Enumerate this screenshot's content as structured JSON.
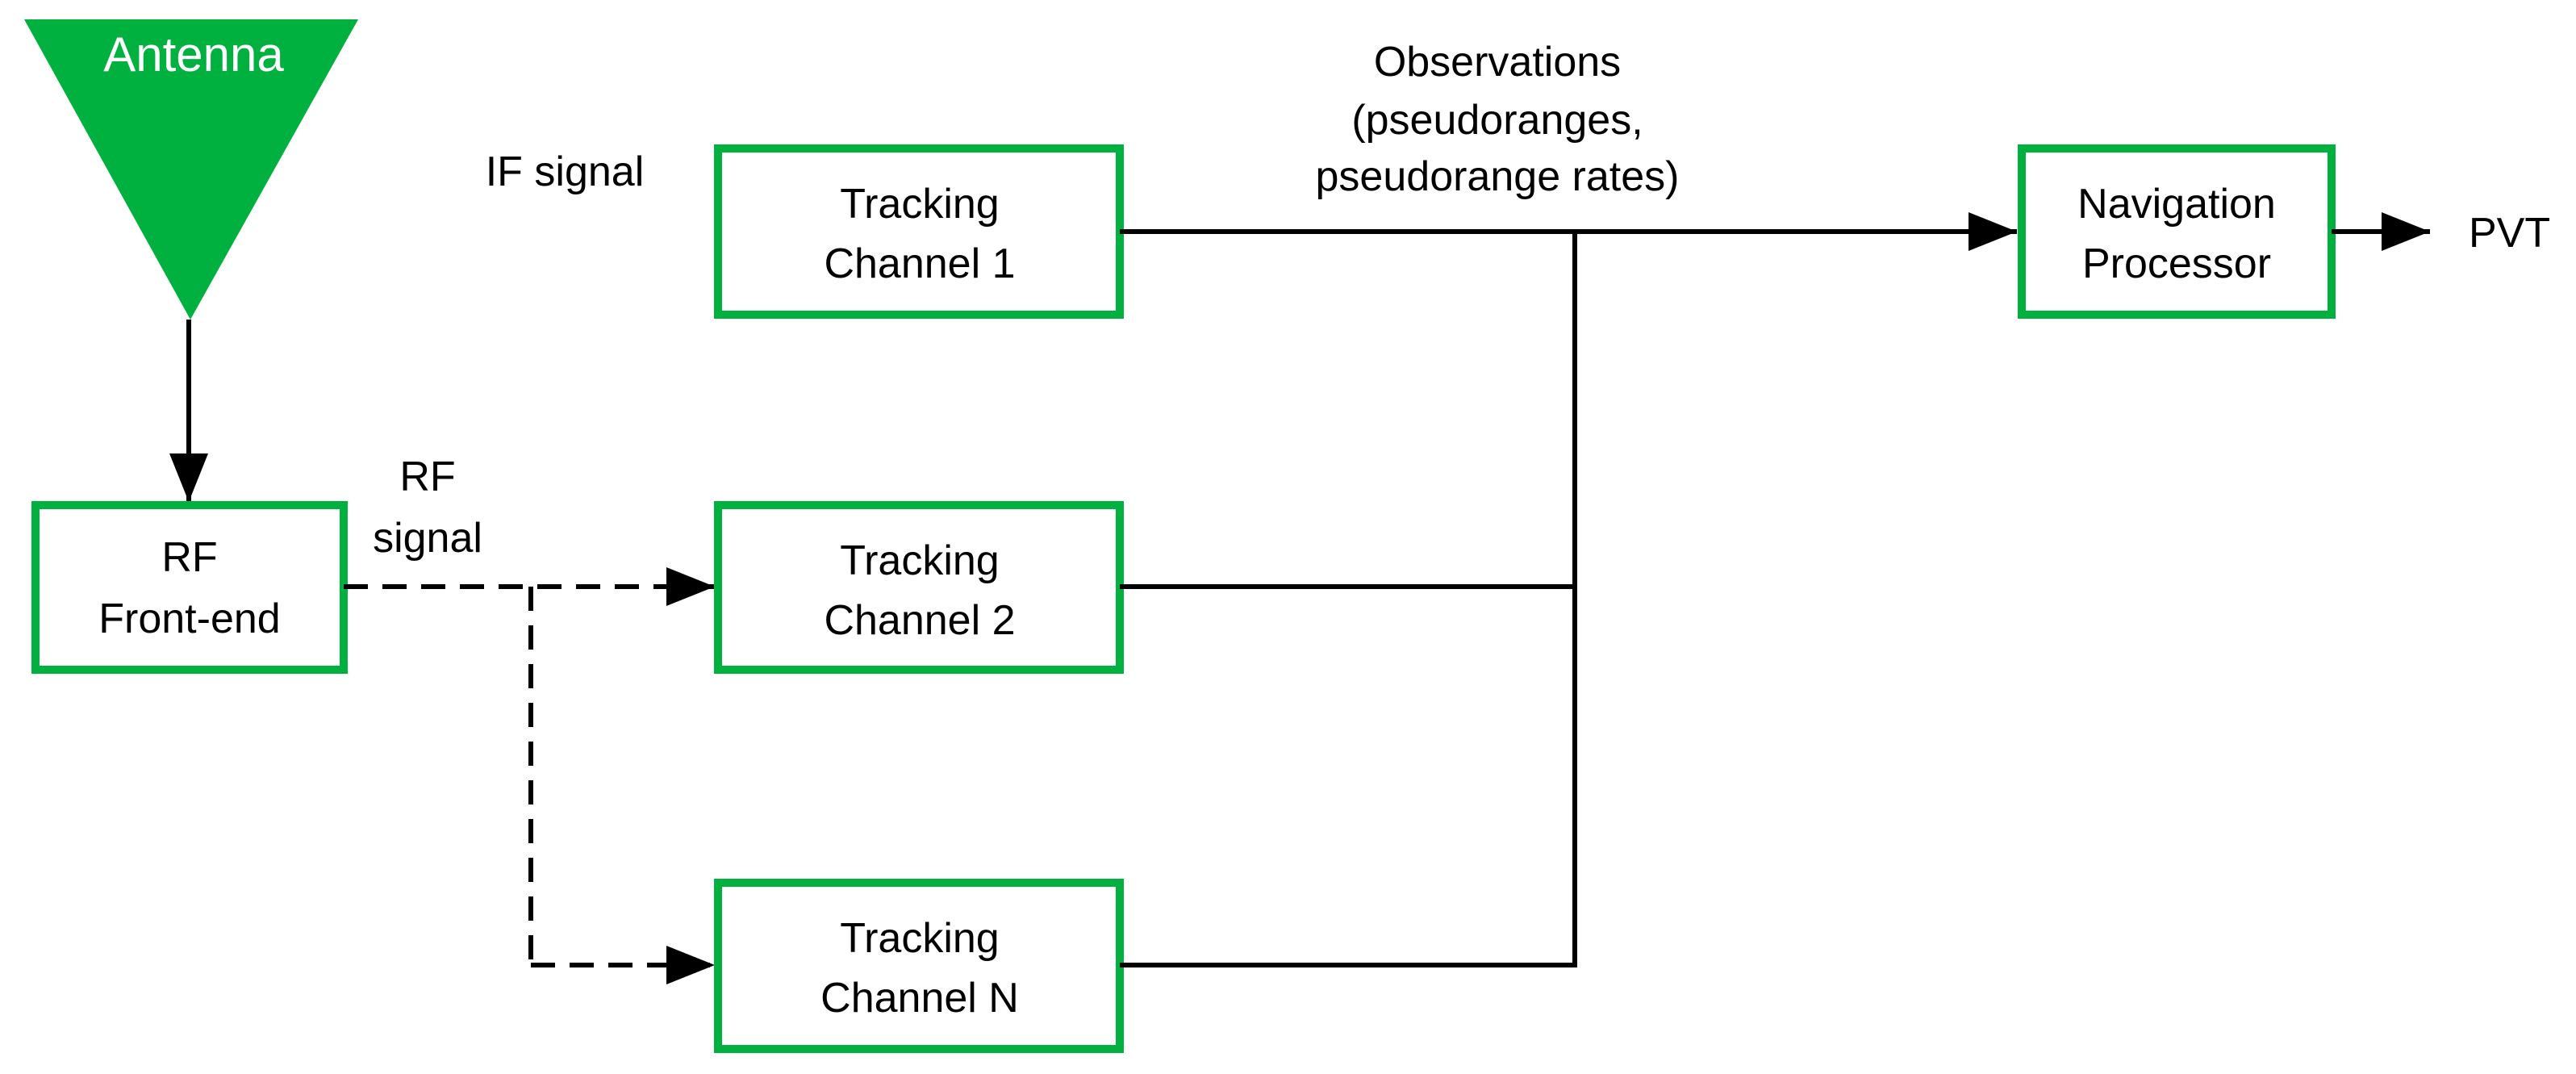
{
  "colors": {
    "accent_green": "#00b140",
    "line": "#000000",
    "antenna_text": "#ffffff",
    "background": "#ffffff"
  },
  "antenna": {
    "label": "Antenna"
  },
  "blocks": {
    "rf_frontend": {
      "line1": "RF",
      "line2": "Front-end"
    },
    "channel_1": {
      "line1": "Tracking",
      "line2": "Channel 1"
    },
    "channel_2": {
      "line1": "Tracking",
      "line2": "Channel 2"
    },
    "channel_n": {
      "line1": "Tracking",
      "line2": "Channel N"
    },
    "nav_processor": {
      "line1": "Navigation",
      "line2": "Processor"
    }
  },
  "labels": {
    "rf_signal_line1": "RF",
    "rf_signal_line2": "signal",
    "if_signal": "IF signal",
    "observations_line1": "Observations",
    "observations_line2": "(pseudoranges,",
    "observations_line3": "pseudorange rates)",
    "output": "PVT"
  }
}
